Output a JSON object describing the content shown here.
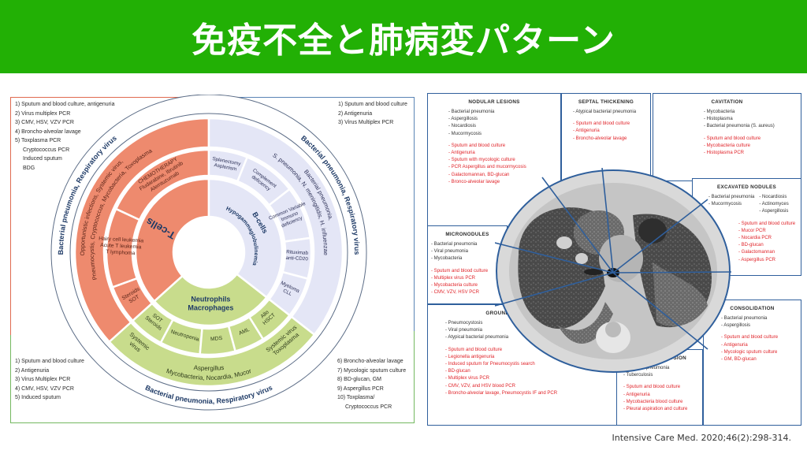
{
  "header": {
    "title": "免疫不全と肺病変パターン",
    "background_color": "#22b005"
  },
  "left_figure": {
    "corner_lists": {
      "top_left": [
        "1) Sputum and blood culture, antigenuria",
        "2) Virus multiplex PCR",
        "3) CMV, HSV, VZV PCR",
        "4) Broncho-alveolar lavage",
        "5) Toxplasma PCR",
        "Cryptococcus PCR",
        "Induced sputum",
        "BDG"
      ],
      "top_right": [
        "1) Sputum and blood culture",
        "2) Antigenuria",
        "3) Virus Multiplex PCR"
      ],
      "bottom_left": [
        "1) Sputum and blood culture",
        "2) Antigenuria",
        "3) Virus Multiplex PCR",
        "4) CMV, HSV, VZV PCR",
        "5) Induced sputum"
      ],
      "bottom_right": [
        "6) Broncho-alveolar lavage",
        "7) Mycologic sputum culture",
        "8) BD-glucan, GM",
        "9) Aspergillus PCR",
        "10) Toxplasma/",
        "Cryptococcus PCR"
      ]
    },
    "outer_ring": {
      "t_cell_side": "Bacterial pneumonia, Respiratory virus",
      "b_cell_side": "Bacterial pneumonia, Respiratory virus",
      "neutrophil_side": "Bacterial pneumonia, Respiratory virus"
    },
    "t_cells": {
      "label": "T-cells",
      "color": "#ee8a6e",
      "infections_line1": "Opportunistic infections, Systemic virus,",
      "infections_line2": "Pneumocystis, Cryptococcus, Mycobacteria, Toxoplasma",
      "causes": [
        {
          "lines": [
            "CHEMOTHERAPY",
            "Fludarabine, Ibrutinib",
            "Alemtuzumab"
          ]
        },
        {
          "lines": [
            "Hairy cell leukemia",
            "Acute T leukemia",
            "T lymphoma"
          ]
        },
        {
          "lines": [
            "Steroids",
            "SOT"
          ]
        }
      ]
    },
    "b_cells": {
      "label": "B-cells",
      "sublabel": "Hypogammaglobulinemia",
      "color": "#e4e6f6",
      "infections_line1": "S. pneumonia, N. meningitidis, H. influenzae",
      "infections_line2": "Bacterial pneumonia,",
      "causes": [
        {
          "lines": [
            "Splenectomy",
            "Asplenism"
          ]
        },
        {
          "lines": [
            "Complement",
            "deficiency"
          ]
        },
        {
          "lines": [
            "Common Variable",
            "Immuno",
            "deficiency"
          ]
        },
        {
          "lines": [
            "Rituximab",
            "anti-CD20"
          ]
        },
        {
          "lines": [
            "Myeloma",
            "CLL"
          ]
        }
      ]
    },
    "neutrophils": {
      "label_line1": "Neutrophils",
      "label_line2": "Macrophages",
      "color": "#c8dc8c",
      "infections_line1": "Aspergillus",
      "infections_line2": "Mycobacteria, Nocardia, Mucor",
      "infections_left": [
        "Systemic",
        "virus"
      ],
      "infections_right": [
        "Systemic virus",
        "Toxoplasma"
      ],
      "causes": [
        {
          "lines": [
            "SOT",
            "Steroids"
          ]
        },
        {
          "lines": [
            "Neutropenia"
          ]
        },
        {
          "lines": [
            "MDS"
          ]
        },
        {
          "lines": [
            "AML"
          ]
        },
        {
          "lines": [
            "Allo",
            "HSCT"
          ]
        }
      ]
    }
  },
  "right_figure": {
    "panels": [
      {
        "title": "NODULAR LESIONS",
        "diagnoses": [
          "- Bacterial pneumonia",
          "- Aspergillosis",
          "- Nocardiosis",
          "- Mucormycosis"
        ],
        "tests": [
          "- Sputum and blood culture",
          "- Antigenuria",
          "- Sputum with mycologic culture",
          "- PCR Aspergillus and mucormycosis",
          "- Galactomannan, BD-glucan",
          "- Bronco-alveolar lavage"
        ]
      },
      {
        "title": "SEPTAL THICKENING",
        "diagnoses": [
          "- Atypical bacterial pneumonia"
        ],
        "tests": [
          "- Sputum and blood culture",
          "- Antigenuria",
          "- Broncho-alveolar lavage"
        ]
      },
      {
        "title": "CAVITATION",
        "diagnoses": [
          "- Mycobacteria",
          "- Histoplasma",
          "- Bacterial pneumonia (S. aureus)"
        ],
        "tests": [
          "- Sputum and blood culture",
          "- Mycobacteria culture",
          "- Histoplasma PCR"
        ]
      },
      {
        "title": "EXCAVATED NODULES",
        "diagnoses": [
          "- Bacterial pneumonia",
          "- Mucormycosis"
        ],
        "diagnoses_col2": [
          "- Nocardiosis",
          "- Actinomyces",
          "- Aspergillosis"
        ],
        "tests": [
          "- Sputum and blood culture",
          "- Mucor PCR",
          "- Nocardia PCR",
          "- BD-glucan",
          "- Galactomannan",
          "- Aspergillus PCR"
        ]
      },
      {
        "title": "MICRONODULES",
        "diagnoses": [
          "- Bacterial pneumonia",
          "- Viral pneumonia",
          "- Mycobacteria"
        ],
        "tests": [
          "- Sputum and blood culture",
          "- Multiplex virus PCR",
          "- Mycobacteria culture",
          "- CMV, VZV, HSV PCR"
        ]
      },
      {
        "title": "GROUND GLASS OPACITIES",
        "diagnoses": [
          "- Pneumocystosis",
          "- Viral pneumonia",
          "- Atypical bacterial pneumonia"
        ],
        "tests": [
          "- Sputum and blood culture",
          "- Legionella antigenuria",
          "- Induced sputum for Pneumocystis search",
          "- BD-glucan",
          "- Multiplex virus PCR",
          "- CMV, VZV, and HSV blood PCR",
          "- Broncho-alveolar lavage, Pneumocystis IF and PCR"
        ]
      },
      {
        "title": "PLEURAL EFFUSION",
        "diagnoses": [
          "- Bacterial pneumonia",
          "- Tuberculosis"
        ],
        "tests": [
          "- Sputum and blood culture",
          "- Antigenuria",
          "- Mycobacteria blood culture",
          "- Pleural aspiration and culture"
        ]
      },
      {
        "title": "CONSOLIDATION",
        "diagnoses": [
          "- Bacterial pneumonia",
          "- Aspergillosis"
        ],
        "tests": [
          "- Sputum and blood culture",
          "- Antigenuria",
          "- Mycologic sputum culture",
          "- GM, BD-glucan"
        ]
      }
    ],
    "image_label": "chest CT axial slice"
  },
  "footer": {
    "citation": "Intensive Care Med. 2020;46(2):298-314."
  }
}
